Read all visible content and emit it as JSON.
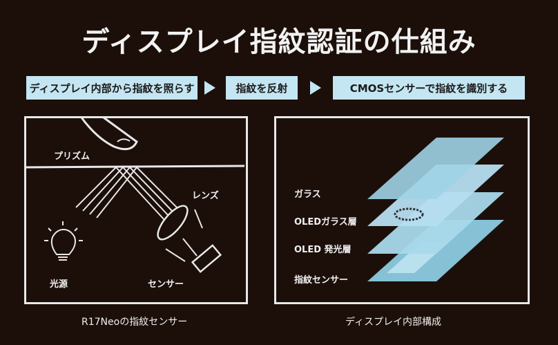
{
  "title": "ディスプレイ指紋認証の仕組み",
  "steps": [
    "ディスプレイ内部から指紋を照らす",
    "指紋を反射",
    "CMOSセンサーで指紋を識別する"
  ],
  "left_diagram": {
    "labels": {
      "prism": "プリズム",
      "lens": "レンズ",
      "light": "光源",
      "sensor": "センサー"
    },
    "caption": "R17Neoの指紋センサー"
  },
  "right_diagram": {
    "layers": [
      "ガラス",
      "OLEDガラス層",
      "OLED 発光層",
      "指紋センサー"
    ],
    "caption": "ディスプレイ内部構成"
  },
  "colors": {
    "background": "#1c0f0a",
    "accent": "#c4e6f2"
  }
}
